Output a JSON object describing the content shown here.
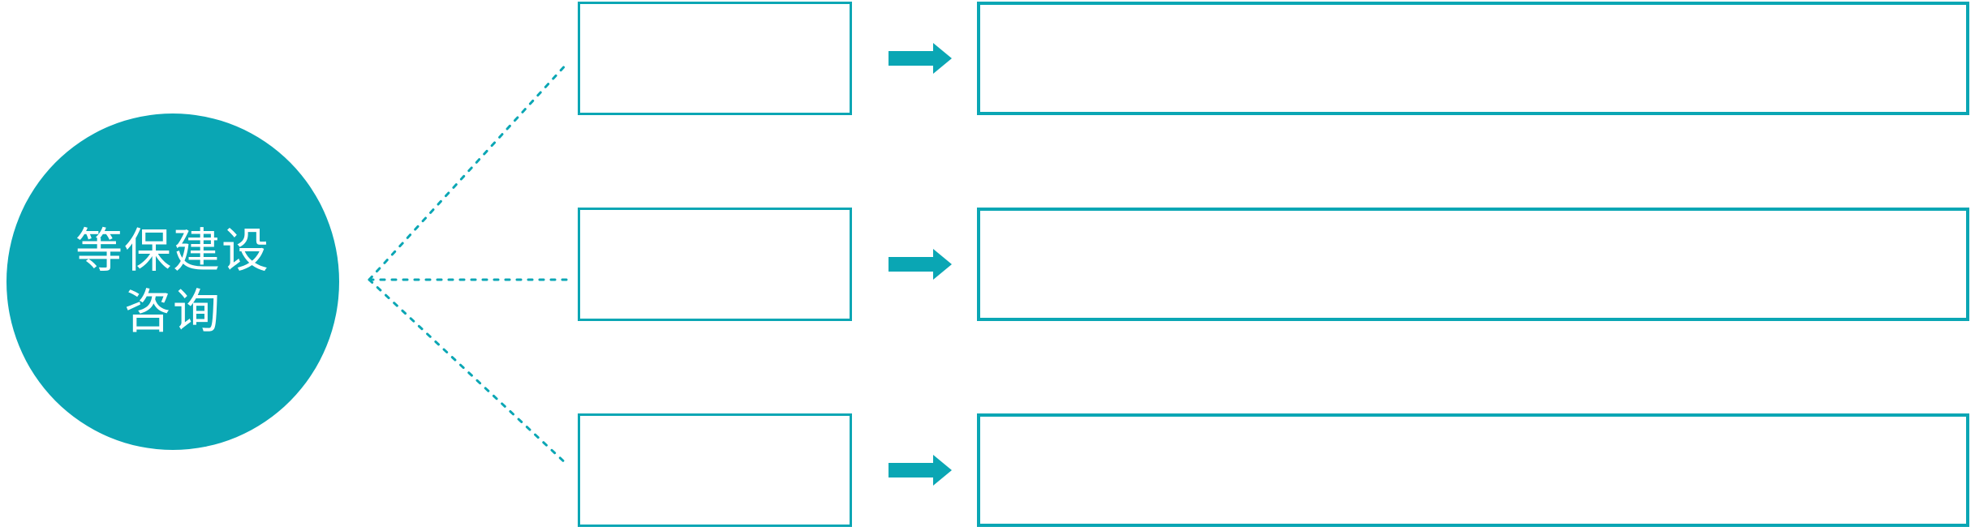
{
  "colors": {
    "accent": "#0aa6b4",
    "background": "#ffffff",
    "circle_text": "#ffffff"
  },
  "circle": {
    "label_line1": "等保建设",
    "label_line2": "咨询"
  },
  "rows": [
    {
      "small_box_text": "",
      "large_box_text": ""
    },
    {
      "small_box_text": "",
      "large_box_text": ""
    },
    {
      "small_box_text": "",
      "large_box_text": ""
    }
  ],
  "icons": {
    "arrow": "arrow-right-icon",
    "connector": "dashed-connector-lines"
  }
}
